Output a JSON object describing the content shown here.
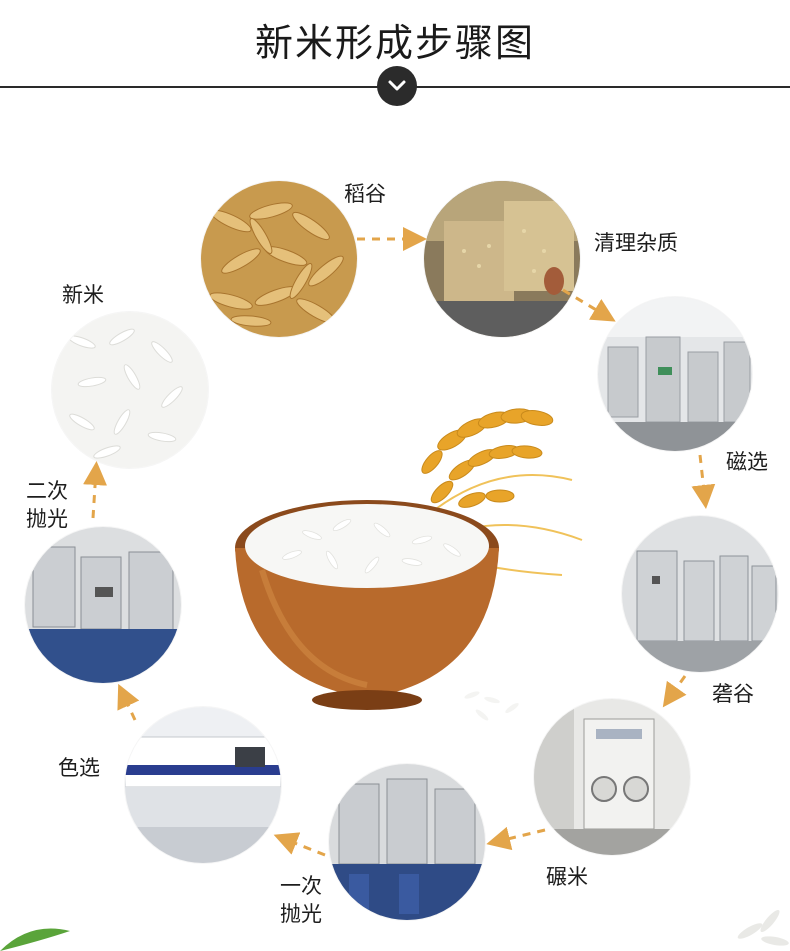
{
  "header": {
    "title": "新米形成步骤图",
    "badge_icon": "chevron-down-icon"
  },
  "steps": [
    {
      "id": "paddy",
      "label": "稻谷"
    },
    {
      "id": "clean",
      "label": "清理杂质"
    },
    {
      "id": "magnetic",
      "label": "磁选"
    },
    {
      "id": "husk",
      "label": "砻谷"
    },
    {
      "id": "mill",
      "label": "碾米"
    },
    {
      "id": "polish1",
      "label_line1": "一次",
      "label_line2": "抛光"
    },
    {
      "id": "sort",
      "label": "色选"
    },
    {
      "id": "polish2",
      "label_line1": "二次",
      "label_line2": "抛光"
    },
    {
      "id": "newrice",
      "label": "新米"
    }
  ],
  "colors": {
    "arrow": "#e3a54a",
    "header_badge": "#2b2b2b",
    "title": "#1a1a1a"
  }
}
